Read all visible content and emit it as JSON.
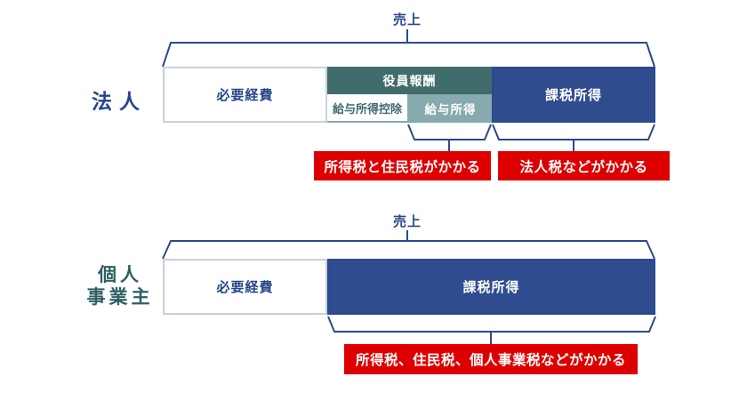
{
  "colors": {
    "navy_line": "#2B4A8B",
    "navy_fill": "#2F4D8E",
    "teal_dark": "#406D6B",
    "teal_light": "#86AAAD",
    "teal_text": "#3E6A73",
    "green_label": "#2E5F63",
    "red": "#DE0000",
    "gray_border": "#C9D0D8"
  },
  "corporate": {
    "row_label": "法人",
    "revenue_label": "売上",
    "segments": {
      "expenses": "必要経費",
      "executive_compensation": "役員報酬",
      "salary_deduction": "給与所得控除",
      "salary_income": "給与所得",
      "taxable_income": "課税所得"
    },
    "callouts": {
      "salary_tax": "所得税と住民税がかかる",
      "corporate_tax": "法人税などがかかる"
    }
  },
  "sole_proprietor": {
    "row_label_line1": "個人",
    "row_label_line2": "事業主",
    "revenue_label": "売上",
    "segments": {
      "expenses": "必要経費",
      "taxable_income": "課税所得"
    },
    "callouts": {
      "tax": "所得税、住民税、個人事業税などがかかる"
    }
  }
}
